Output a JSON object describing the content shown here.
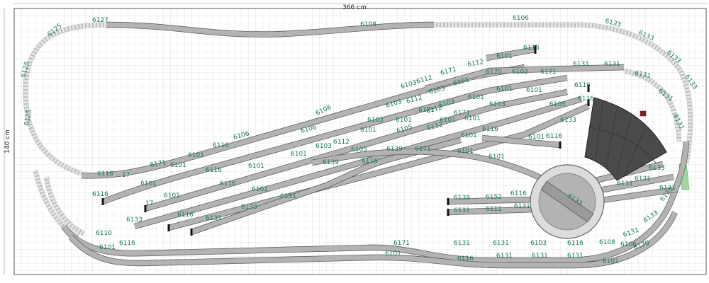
{
  "dimensions": {
    "width_label": "366 cm",
    "height_label": "140 cm"
  },
  "labels": [
    "6127",
    "6125",
    "6125",
    "6125",
    "6108",
    "6106",
    "6133",
    "6133",
    "6133",
    "6133",
    "6131",
    "6131",
    "6131",
    "6116",
    "6101",
    "6112",
    "6171",
    "6170",
    "6102",
    "6171",
    "6131",
    "6131",
    "6103",
    "6112",
    "6103",
    "6101",
    "6106",
    "6101",
    "6103",
    "6112",
    "6103",
    "6101",
    "6101",
    "6116",
    "6116",
    "6105",
    "6103",
    "6101",
    "6112",
    "6171",
    "6101",
    "6171",
    "6101",
    "6103",
    "6116",
    "6112",
    "6105",
    "6116",
    "6133",
    "6101",
    "6101",
    "6106",
    "6103",
    "6112",
    "6171",
    "6103",
    "6101",
    "6106",
    "6116",
    "6101",
    "6101",
    "6116",
    "6139",
    "6171",
    "6101",
    "6101",
    "6116",
    "17",
    "6101",
    "6116",
    "6101",
    "17",
    "6101",
    "6116",
    "6133",
    "6131",
    "6133",
    "6131",
    "6139",
    "6116",
    "6101",
    "6116",
    "6101",
    "6139",
    "6152",
    "6116",
    "6131",
    "6111",
    "6131",
    "6133",
    "6131",
    "6131",
    "6133",
    "6131",
    "6131",
    "6133",
    "6131",
    "6106",
    "6108",
    "6101",
    "6170",
    "6171",
    "6101",
    "6131",
    "6131",
    "6103",
    "6116",
    "6116",
    "6131",
    "6131",
    "6131",
    "6110",
    "6101",
    "6116"
  ]
}
